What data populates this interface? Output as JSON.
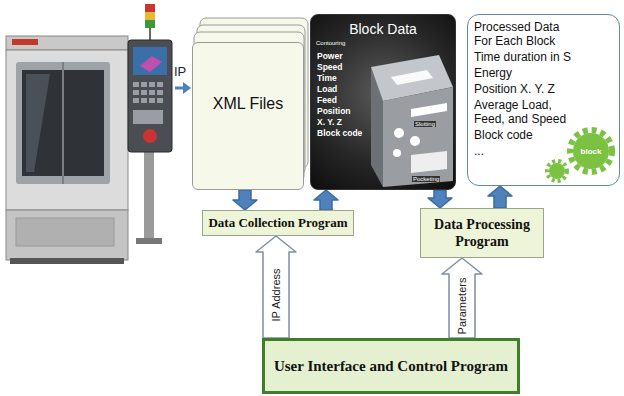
{
  "diagram": {
    "nodes": [
      {
        "text": [
          "XML Files"
        ]
      },
      {
        "text": [
          "Block Data",
          "Power",
          "Speed",
          "Time",
          "Load",
          "Feed",
          "Position",
          "X. Y. Z",
          "Block code"
        ]
      },
      {
        "text": [
          "Processed Data For Each Block",
          "Time duration in S",
          "Energy",
          "Position X. Y. Z",
          "Average Load, Feed, and Speed",
          "Block code",
          "..."
        ]
      },
      {
        "text": [
          "Data Collection Program"
        ]
      },
      {
        "text": [
          "Data Processing Program"
        ]
      },
      {
        "text": [
          "User Interface and Control Program"
        ]
      }
    ],
    "edges": [
      {
        "from": 0,
        "to": 3,
        "arrow": "to"
      },
      {
        "from": 3,
        "to": 1,
        "arrow": "to"
      },
      {
        "from": 1,
        "to": 4,
        "arrow": "to"
      },
      {
        "from": 4,
        "to": 2,
        "arrow": "to"
      },
      {
        "from": 5,
        "to": 3,
        "label": "IP Address",
        "arrow": "to"
      },
      {
        "from": 5,
        "to": 4,
        "label": "Parameters",
        "arrow": "to"
      }
    ],
    "labels": [
      "IP",
      "Contouring",
      "Slotting",
      "Pocketing",
      "block"
    ]
  }
}
